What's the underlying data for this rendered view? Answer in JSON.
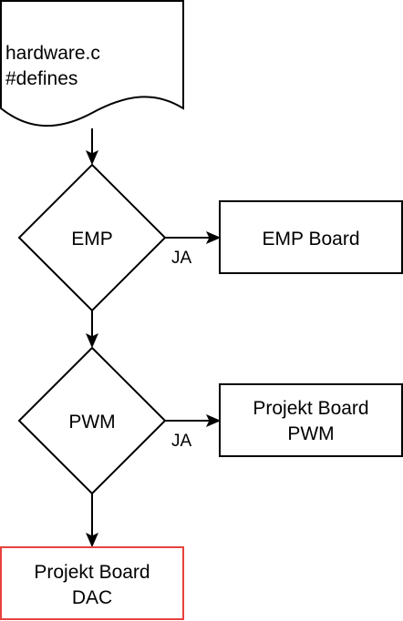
{
  "nodes": {
    "source_doc": {
      "line1": "hardware.c",
      "line2": "#defines"
    },
    "emp_decision": {
      "label": "EMP"
    },
    "emp_board": {
      "label": "EMP Board"
    },
    "pwm_decision": {
      "label": "PWM"
    },
    "pwm_board": {
      "line1": "Projekt Board",
      "line2": "PWM"
    },
    "dac_board": {
      "line1": "Projekt Board",
      "line2": "DAC"
    }
  },
  "edges": {
    "emp_yes_label": "JA",
    "pwm_yes_label": "JA"
  },
  "colors": {
    "stroke": "#000000",
    "highlight": "#e8413c",
    "background": "#ffffff"
  }
}
